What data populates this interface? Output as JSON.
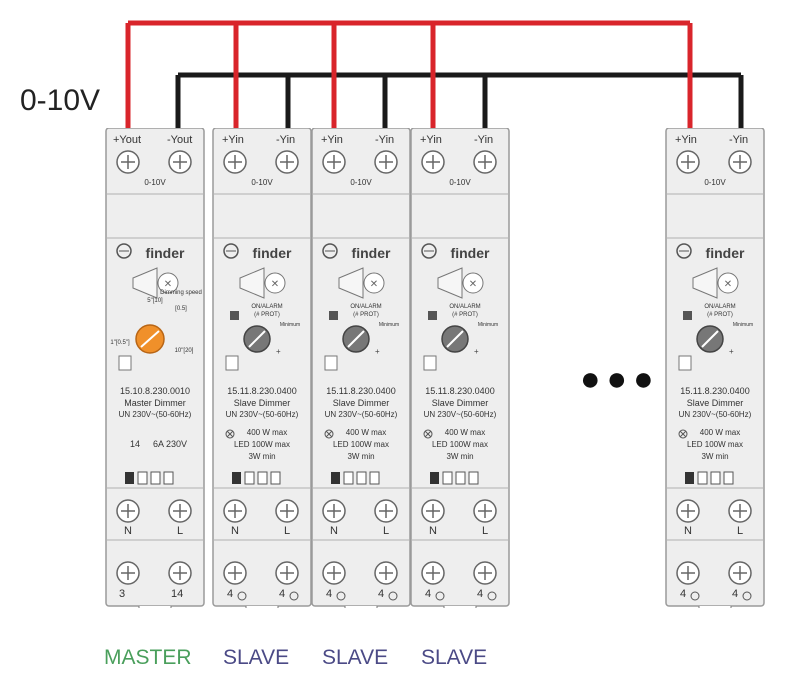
{
  "diagram": {
    "voltage_label": "0-10V",
    "ellipsis": "●●●",
    "colors": {
      "positive_wire": "#d9252b",
      "negative_wire": "#1a1a1a",
      "knob_orange": "#f0902a",
      "master_label": "#4a9f5c",
      "slave_label": "#4b4a86",
      "module_fill": "#eeeeee",
      "module_stroke": "#9a9a9a"
    },
    "brand": "finder",
    "master": {
      "terminal_plus": "+Yout",
      "terminal_minus": "-Yout",
      "signal_label": "0-10V",
      "model": "15.10.8.230.0010",
      "name": "Master Dimmer",
      "rating": "UN 230V~(50-60Hz)",
      "dimming_speed": "Dimming speed",
      "speed_top": "5\"[10]",
      "speed_right": "[0.5]",
      "speed_left": "1\"[0.5\"]",
      "speed_bottom": "10\"[20]",
      "relay_left": "14",
      "relay_right": "6A 230V",
      "term_n": "N",
      "term_l": "L",
      "term_bottom_left": "3",
      "term_bottom_right": "14",
      "label": "MASTER"
    },
    "slave": {
      "terminal_plus": "+Yin",
      "terminal_minus": "-Yin",
      "signal_label": "0-10V",
      "model": "15.11.8.230.0400",
      "name": "Slave Dimmer",
      "rating": "UN 230V~(50-60Hz)",
      "alarm_label": "ON/ALARM",
      "prot_label": "(# PROT)",
      "min_label": "Minimum",
      "power_max": "400 W max",
      "led_max": "LED 100W max",
      "min_power": "3W min",
      "term_n": "N",
      "term_l": "L",
      "term_bottom_left": "4",
      "term_bottom_right": "4",
      "label": "SLAVE"
    }
  }
}
